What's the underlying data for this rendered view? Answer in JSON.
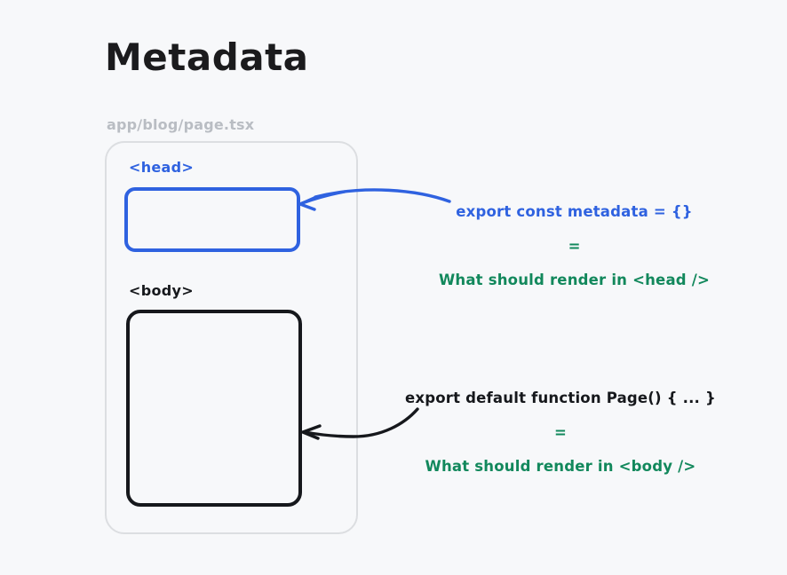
{
  "page": {
    "title": "Metadata",
    "file_path": "app/blog/page.tsx",
    "background_color": "#f7f8fa"
  },
  "colors": {
    "title": "#1b1b1d",
    "file_path": "#b9bdc3",
    "container_border": "#dcdee1",
    "head_accent": "#2f62e0",
    "body_accent": "#16181c",
    "description_green": "#12885c"
  },
  "document": {
    "sections": [
      {
        "name": "head",
        "label": "<head>",
        "label_color": "#2f62e0",
        "box_color": "#2f62e0"
      },
      {
        "name": "body",
        "label": "<body>",
        "label_color": "#16181c",
        "box_color": "#16181c"
      }
    ]
  },
  "annotations": [
    {
      "name": "head-annotation",
      "code": "export const metadata = {}",
      "code_color": "#2f62e0",
      "equals": "=",
      "description": "What should render in <head />",
      "description_color": "#12885c",
      "arrow_color": "#2f62e0",
      "points_to": "head-box"
    },
    {
      "name": "body-annotation",
      "code": "export default function Page() { ... }",
      "code_color": "#16181c",
      "equals": "=",
      "description": "What should render in <body />",
      "description_color": "#12885c",
      "arrow_color": "#16181c",
      "points_to": "body-box"
    }
  ]
}
